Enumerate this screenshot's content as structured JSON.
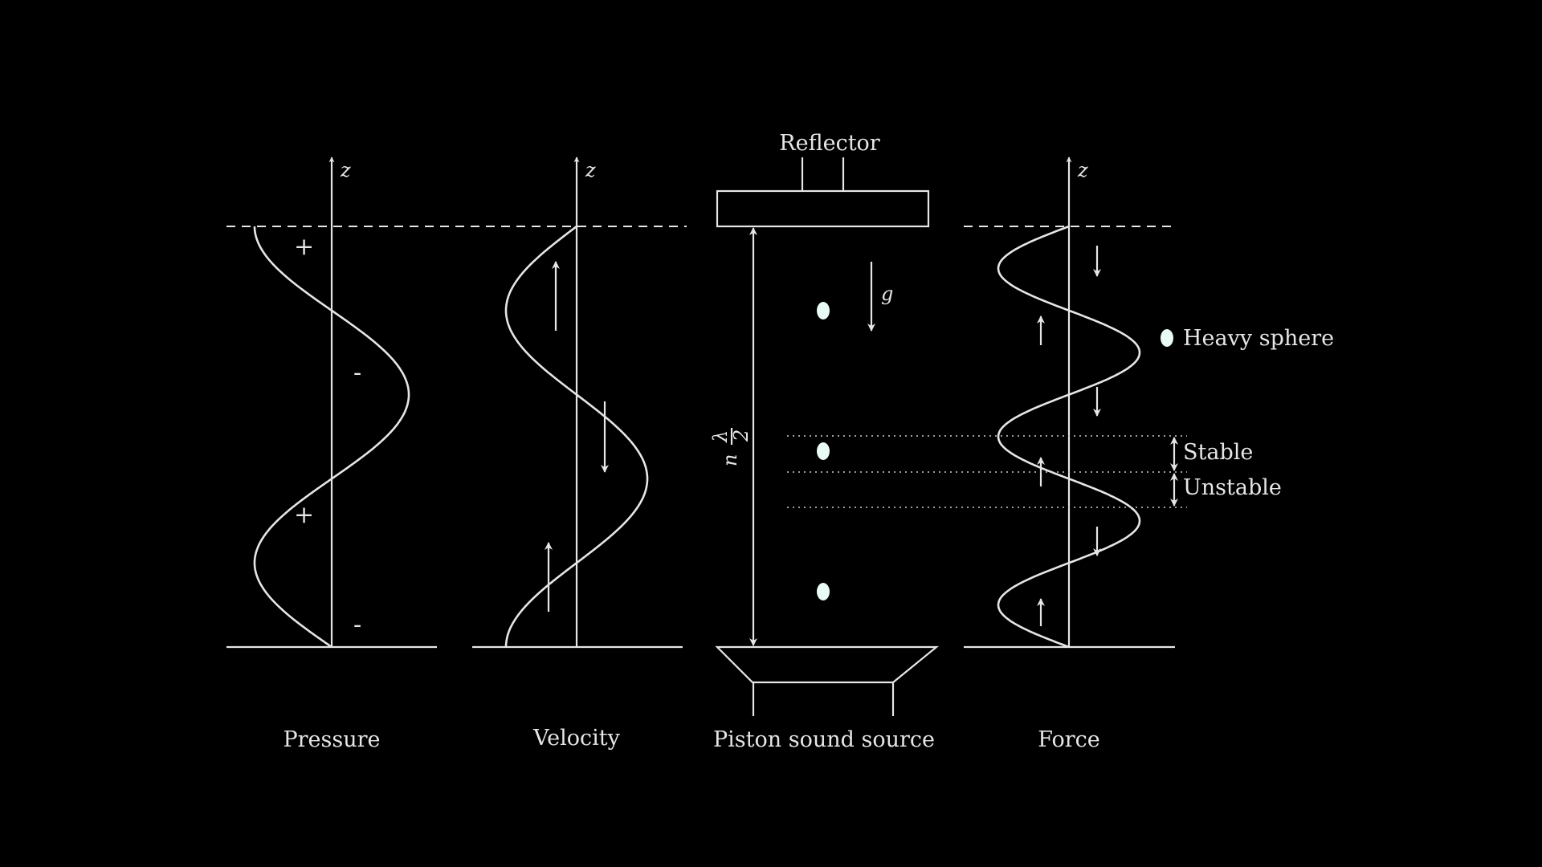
{
  "labels": {
    "reflector": "Reflector",
    "pressure": "Pressure",
    "velocity": "Velocity",
    "piston": "Piston sound source",
    "force": "Force",
    "heavy_sphere": "Heavy sphere",
    "stable": "Stable",
    "unstable": "Unstable",
    "z_axis": "z",
    "gravity": "g",
    "distance_n": "n",
    "distance_num": "λ",
    "distance_den": "2"
  },
  "pressure_signs": [
    "+",
    "-",
    "+",
    "-"
  ],
  "colors": {
    "background": "#000000",
    "line": "#e6e6e6",
    "sphere": "#e9fbf5"
  }
}
